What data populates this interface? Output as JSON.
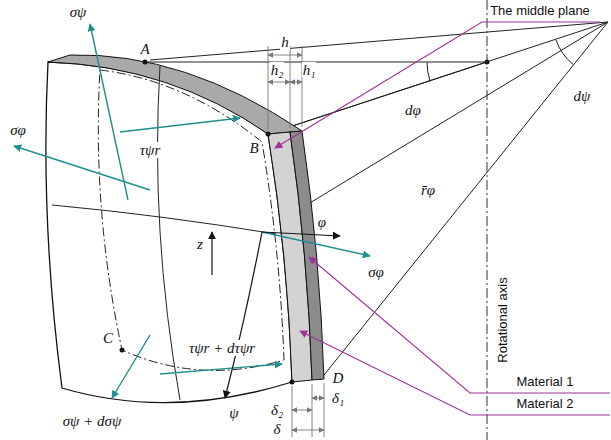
{
  "diagram": {
    "labels": [
      "σψ",
      "A",
      "The middle plane",
      "h",
      "h₂",
      "h₁",
      "dφ",
      "dψ",
      "B",
      "σφ",
      "τψr",
      "r̄φ",
      "z",
      "φ",
      "σφ",
      "Rotational axis",
      "C",
      "τψr + dτψr",
      "D",
      "σψ + dσψ",
      "ψ",
      "Material 1",
      "Material 2",
      "δ₂",
      "δ₁",
      "δ"
    ]
  }
}
